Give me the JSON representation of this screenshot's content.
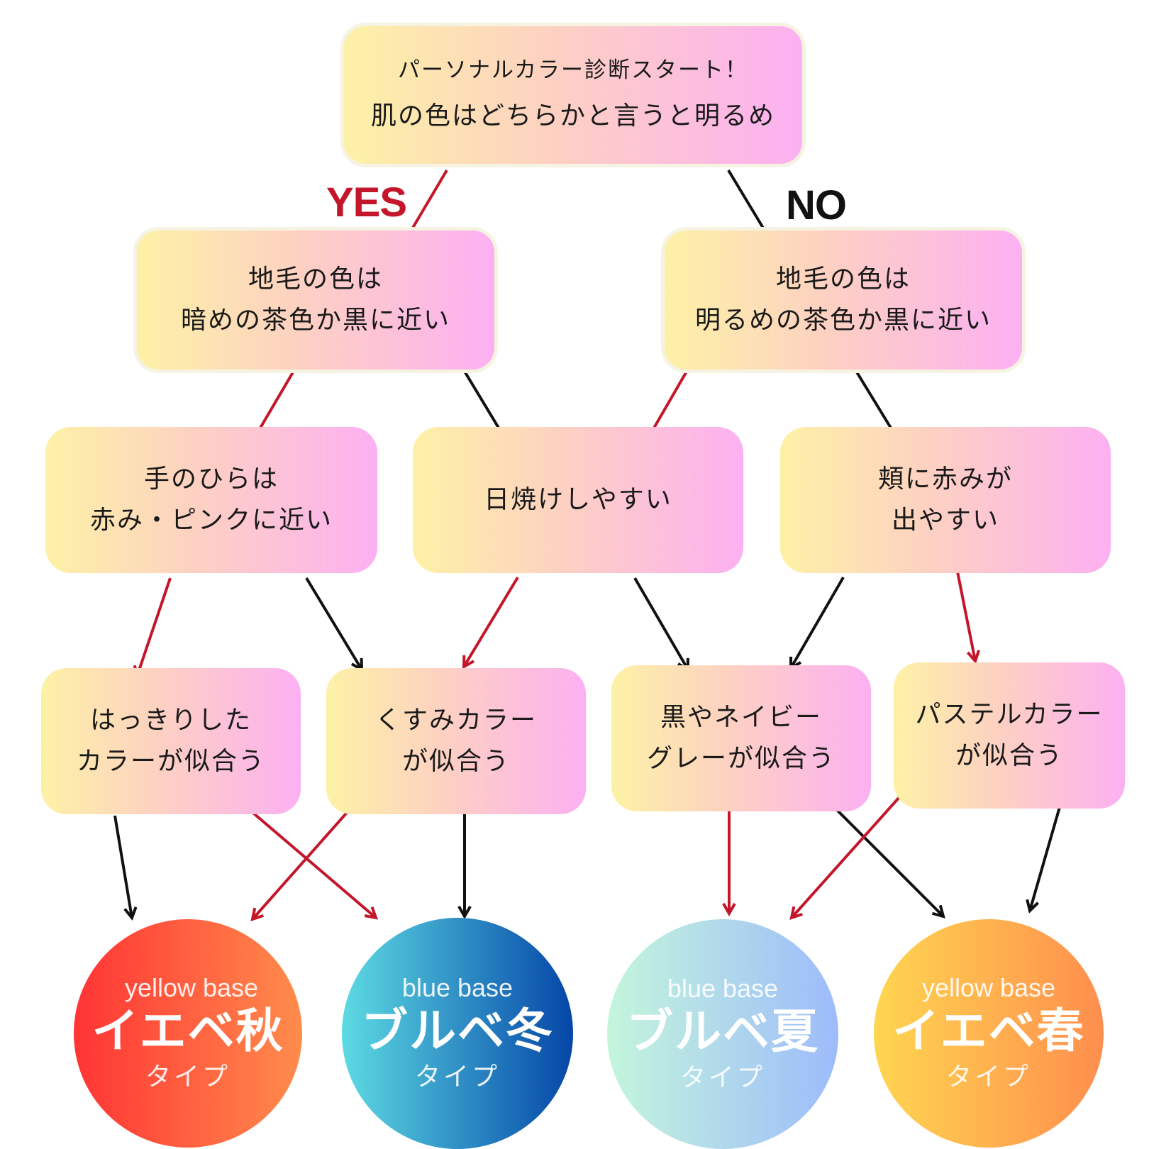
{
  "colors": {
    "yes_arrow": "#c4162a",
    "no_arrow": "#111111"
  },
  "branch_labels": {
    "yes": "YES",
    "no": "NO"
  },
  "start": {
    "lead": "パーソナルカラー診断スタート！",
    "question": "肌の色はどちらかと言うと明るめ"
  },
  "q_hair_dark": {
    "line1": "地毛の色は",
    "line2": "暗めの茶色か黒に近い"
  },
  "q_hair_light": {
    "line1": "地毛の色は",
    "line2": "明るめの茶色か黒に近い"
  },
  "q_palm": {
    "line1": "手のひらは",
    "line2": "赤み・ピンクに近い"
  },
  "q_tan": {
    "line1": "日焼けしやすい"
  },
  "q_cheek": {
    "line1": "頬に赤みが",
    "line2": "出やすい"
  },
  "c_clear": {
    "line1": "はっきりした",
    "line2": "カラーが似合う"
  },
  "c_dusty": {
    "line1": "くすみカラー",
    "line2": "が似合う"
  },
  "c_dark": {
    "line1": "黒やネイビー",
    "line2": "グレーが似合う"
  },
  "c_pastel": {
    "line1": "パステルカラー",
    "line2": "が似合う"
  },
  "results": [
    {
      "base": "yellow base",
      "name": "イエベ秋",
      "kind": "タイプ",
      "gradient": [
        "#ff3434",
        "#ff8c4c"
      ]
    },
    {
      "base": "blue base",
      "name": "ブルベ冬",
      "kind": "タイプ",
      "gradient": [
        "#5ddbe3",
        "#0546a8"
      ]
    },
    {
      "base": "blue base",
      "name": "ブルベ夏",
      "kind": "タイプ",
      "gradient": [
        "#c4f6dc",
        "#9dbbfb"
      ]
    },
    {
      "base": "yellow base",
      "name": "イエベ春",
      "kind": "タイプ",
      "gradient": [
        "#ffd650",
        "#ff8e4e"
      ]
    }
  ]
}
